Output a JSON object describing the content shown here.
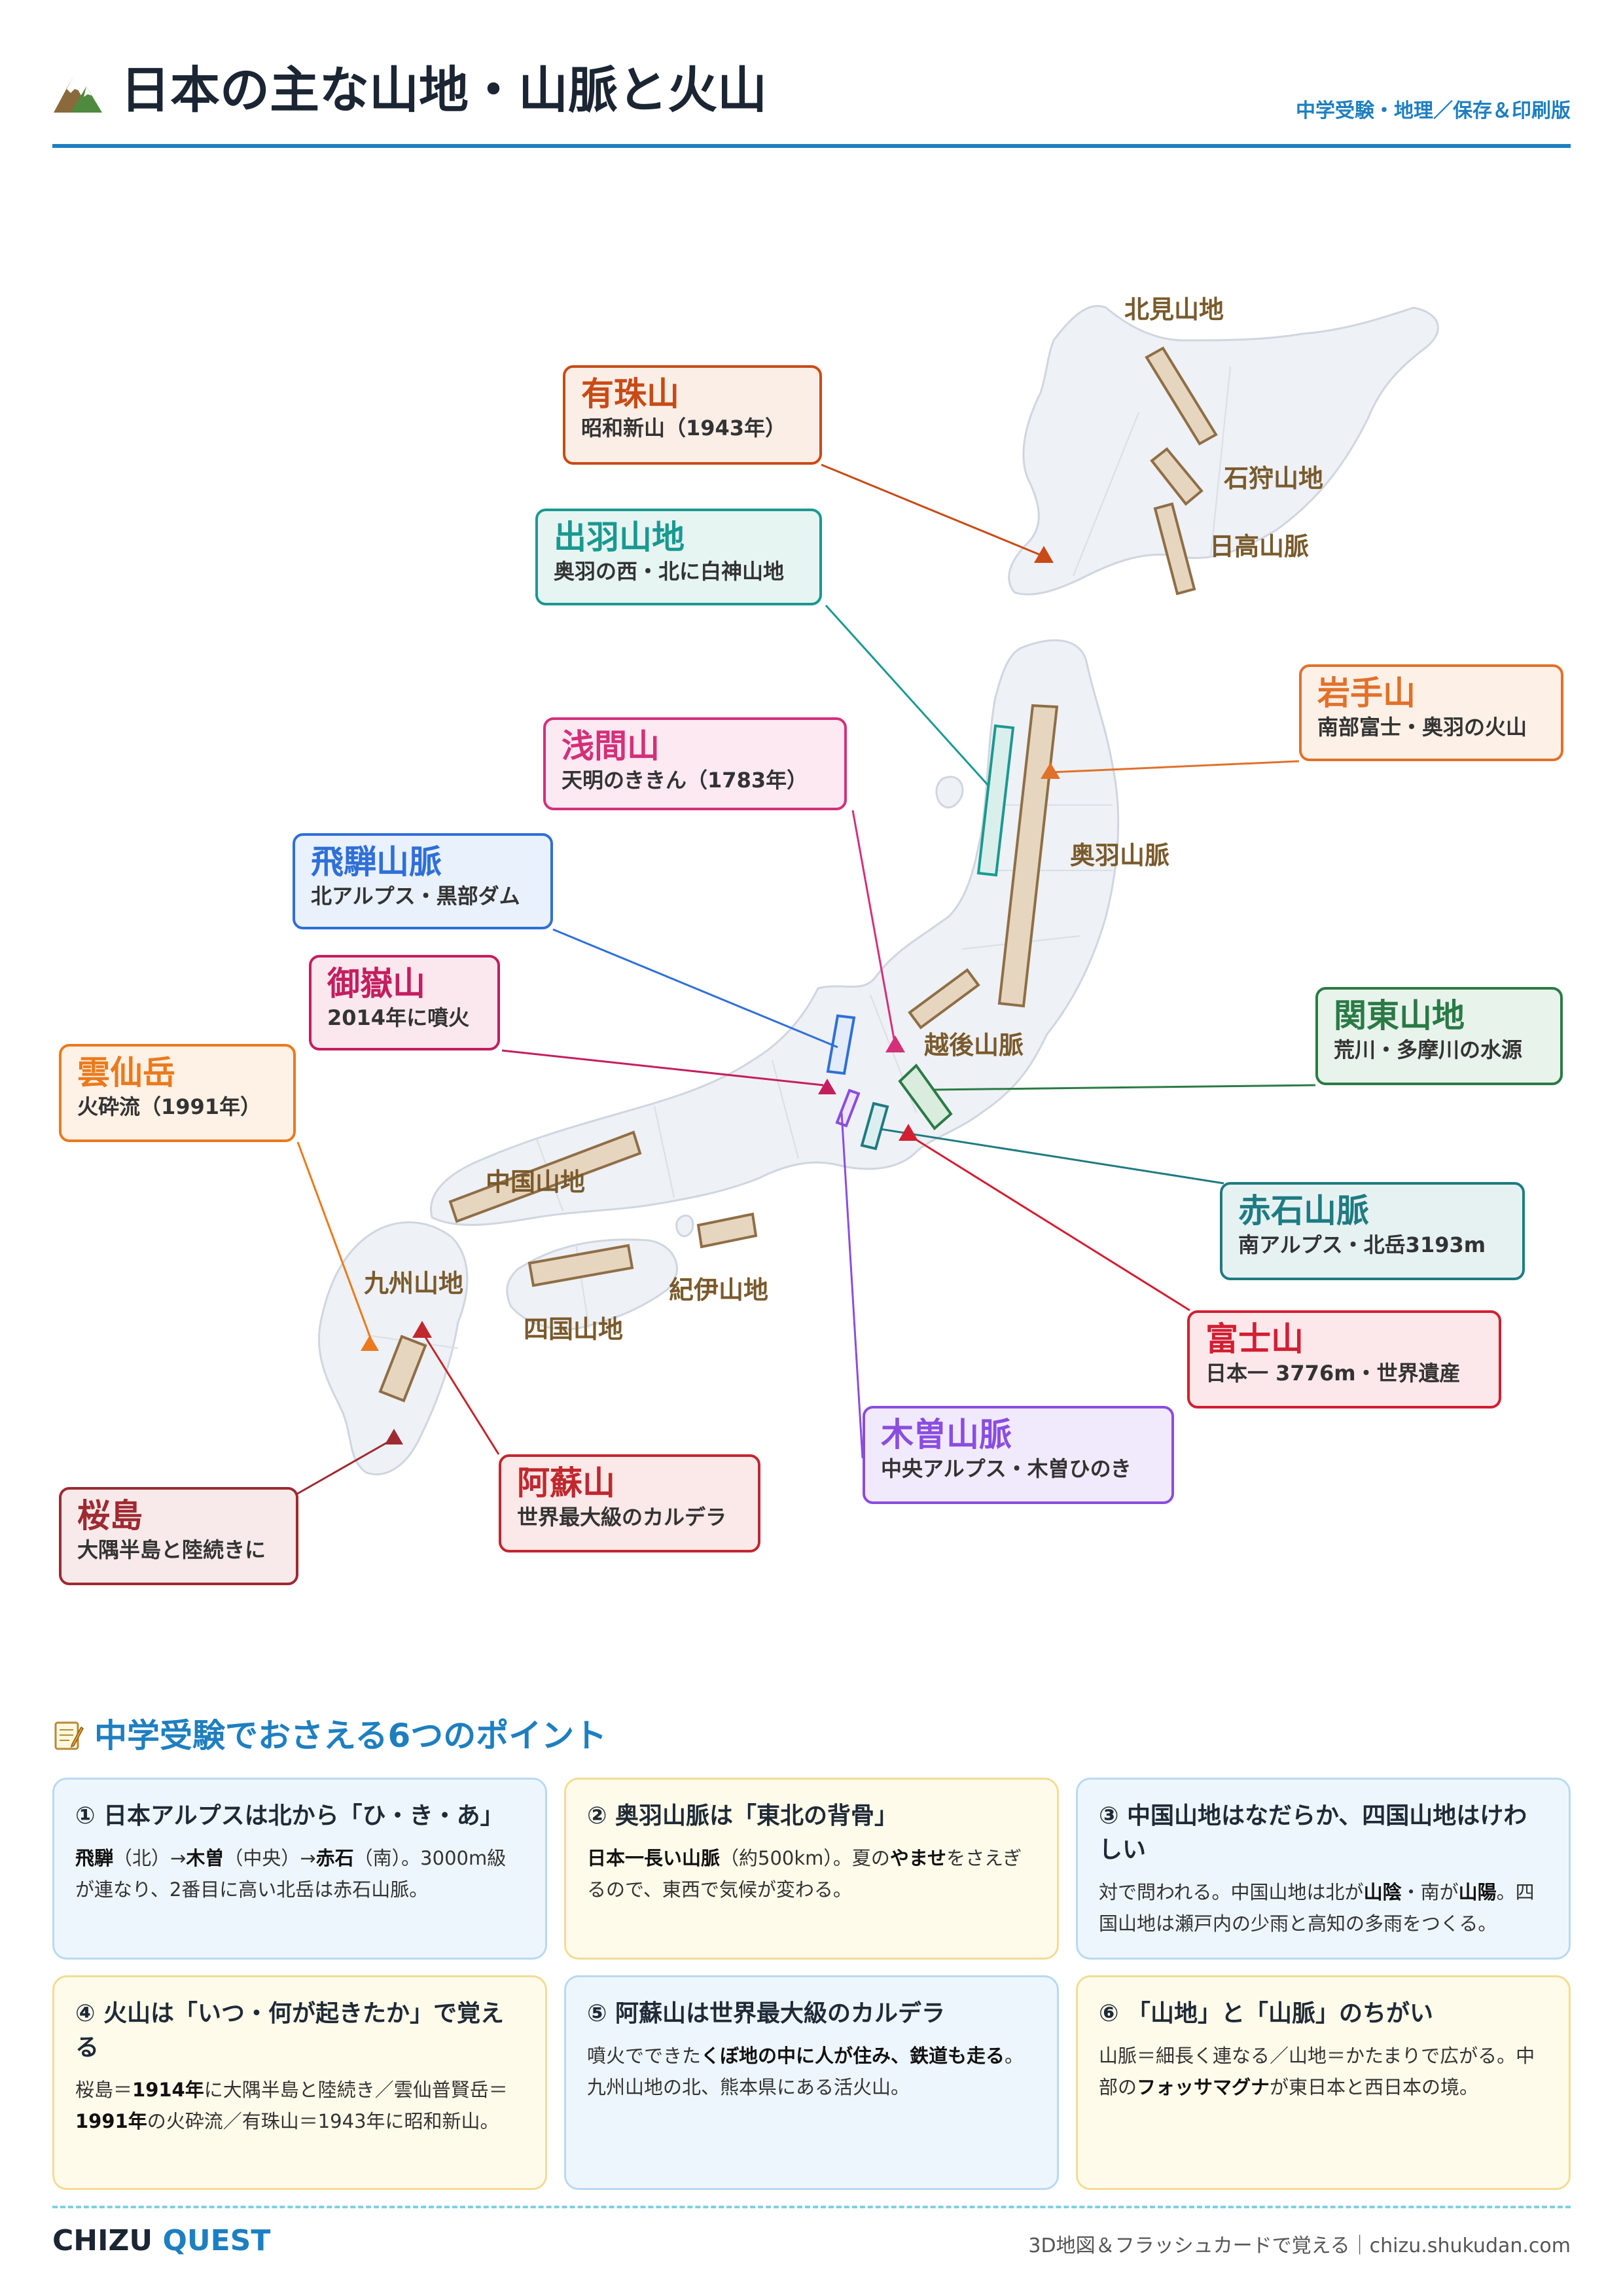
{
  "header": {
    "title": "日本の主な山地・山脈と火山",
    "subtitle": "中学受験・地理／保存＆印刷版"
  },
  "colors": {
    "accent": "#1e7fc0",
    "range_fill": "#e6d6bf",
    "range_stroke": "#8f6e46",
    "label_brown": "#7a5a2c"
  },
  "map": {
    "terrain_labels": {
      "kitami": "北見山地",
      "ishikari": "石狩山地",
      "hidaka": "日高山脈",
      "ou": "奥羽山脈",
      "echigo": "越後山脈",
      "chugoku": "中国山地",
      "kyushu": "九州山地",
      "shikoku": "四国山地",
      "kii": "紀伊山地"
    },
    "callouts": {
      "usu": {
        "name": "有珠山",
        "desc": "昭和新山（1943年）",
        "color": "#c94a16",
        "bg": "#fbeee6"
      },
      "dewa": {
        "name": "出羽山地",
        "desc": "奥羽の西・北に白神山地",
        "color": "#1a9990",
        "bg": "#e6f5f2"
      },
      "iwate": {
        "name": "岩手山",
        "desc": "南部富士・奥羽の火山",
        "color": "#e0712a",
        "bg": "#fdf0e6"
      },
      "asama": {
        "name": "浅間山",
        "desc": "天明のききん（1783年）",
        "color": "#d4307a",
        "bg": "#fce9f1"
      },
      "hida": {
        "name": "飛騨山脈",
        "desc": "北アルプス・黒部ダム",
        "color": "#2f6fd8",
        "bg": "#e9f1fc"
      },
      "ontake": {
        "name": "御嶽山",
        "desc": "2014年に噴火",
        "color": "#c41e5f",
        "bg": "#fbe8ef"
      },
      "kanto": {
        "name": "関東山地",
        "desc": "荒川・多摩川の水源",
        "color": "#2a7a45",
        "bg": "#e8f3eb"
      },
      "unzen": {
        "name": "雲仙岳",
        "desc": "火砕流（1991年）",
        "color": "#ea7a1d",
        "bg": "#fef1e5"
      },
      "akaishi": {
        "name": "赤石山脈",
        "desc": "南アルプス・北岳3193m",
        "color": "#1f7b82",
        "bg": "#e6f2f2"
      },
      "fuji": {
        "name": "富士山",
        "desc": "日本一 3776m・世界遺産",
        "color": "#d21f32",
        "bg": "#fce8ea"
      },
      "kiso": {
        "name": "木曽山脈",
        "desc": "中央アルプス・木曽ひのき",
        "color": "#8a4de0",
        "bg": "#f1eafc"
      },
      "aso": {
        "name": "阿蘇山",
        "desc": "世界最大級のカルデラ",
        "color": "#c0282e",
        "bg": "#fbe8e8"
      },
      "sakurajima": {
        "name": "桜島",
        "desc": "大隅半島と陸続きに",
        "color": "#9e2a32",
        "bg": "#f8eaea"
      }
    }
  },
  "points": {
    "section_title": "中学受験でおさえる6つのポイント",
    "cards": [
      {
        "title": "① 日本アルプスは北から「ひ・き・あ」",
        "parts": [
          [
            "飛騨",
            1
          ],
          [
            "（北）→",
            0
          ],
          [
            "木曽",
            1
          ],
          [
            "（中央）→",
            0
          ],
          [
            "赤石",
            1
          ],
          [
            "（南）。3000m級が連なり、2番目に高い北岳は赤石山脈。",
            0
          ]
        ]
      },
      {
        "title": "② 奥羽山脈は「東北の背骨」",
        "parts": [
          [
            "日本一長い山脈",
            1
          ],
          [
            "（約500km）。夏の",
            0
          ],
          [
            "やませ",
            1
          ],
          [
            "をさえぎるので、東西で気候が変わる。",
            0
          ]
        ]
      },
      {
        "title": "③ 中国山地はなだらか、四国山地はけわしい",
        "parts": [
          [
            "対で問われる。中国山地は北が",
            0
          ],
          [
            "山陰",
            1
          ],
          [
            "・南が",
            0
          ],
          [
            "山陽",
            1
          ],
          [
            "。四国山地は瀬戸内の少雨と高知の多雨をつくる。",
            0
          ]
        ]
      },
      {
        "title": "④ 火山は「いつ・何が起きたか」で覚える",
        "parts": [
          [
            "桜島＝",
            0
          ],
          [
            "1914年",
            1
          ],
          [
            "に大隅半島と陸続き／雲仙普賢岳＝",
            0
          ],
          [
            "1991年",
            1
          ],
          [
            "の火砕流／有珠山＝1943年に昭和新山。",
            0
          ]
        ]
      },
      {
        "title": "⑤ 阿蘇山は世界最大級のカルデラ",
        "parts": [
          [
            "噴火でできた",
            0
          ],
          [
            "くぼ地の中に人が住み、鉄道も走る",
            1
          ],
          [
            "。九州山地の北、熊本県にある活火山。",
            0
          ]
        ]
      },
      {
        "title": "⑥ 「山地」と「山脈」のちがい",
        "parts": [
          [
            "山脈＝細長く連なる／山地＝かたまりで広がる。中部の",
            0
          ],
          [
            "フォッサマグナ",
            1
          ],
          [
            "が東日本と西日本の境。",
            0
          ]
        ]
      }
    ]
  },
  "footer": {
    "brand_a": "CHIZU",
    "brand_b": "QUEST",
    "right": "3D地図＆フラッシュカードで覚える｜chizu.shukudan.com"
  }
}
